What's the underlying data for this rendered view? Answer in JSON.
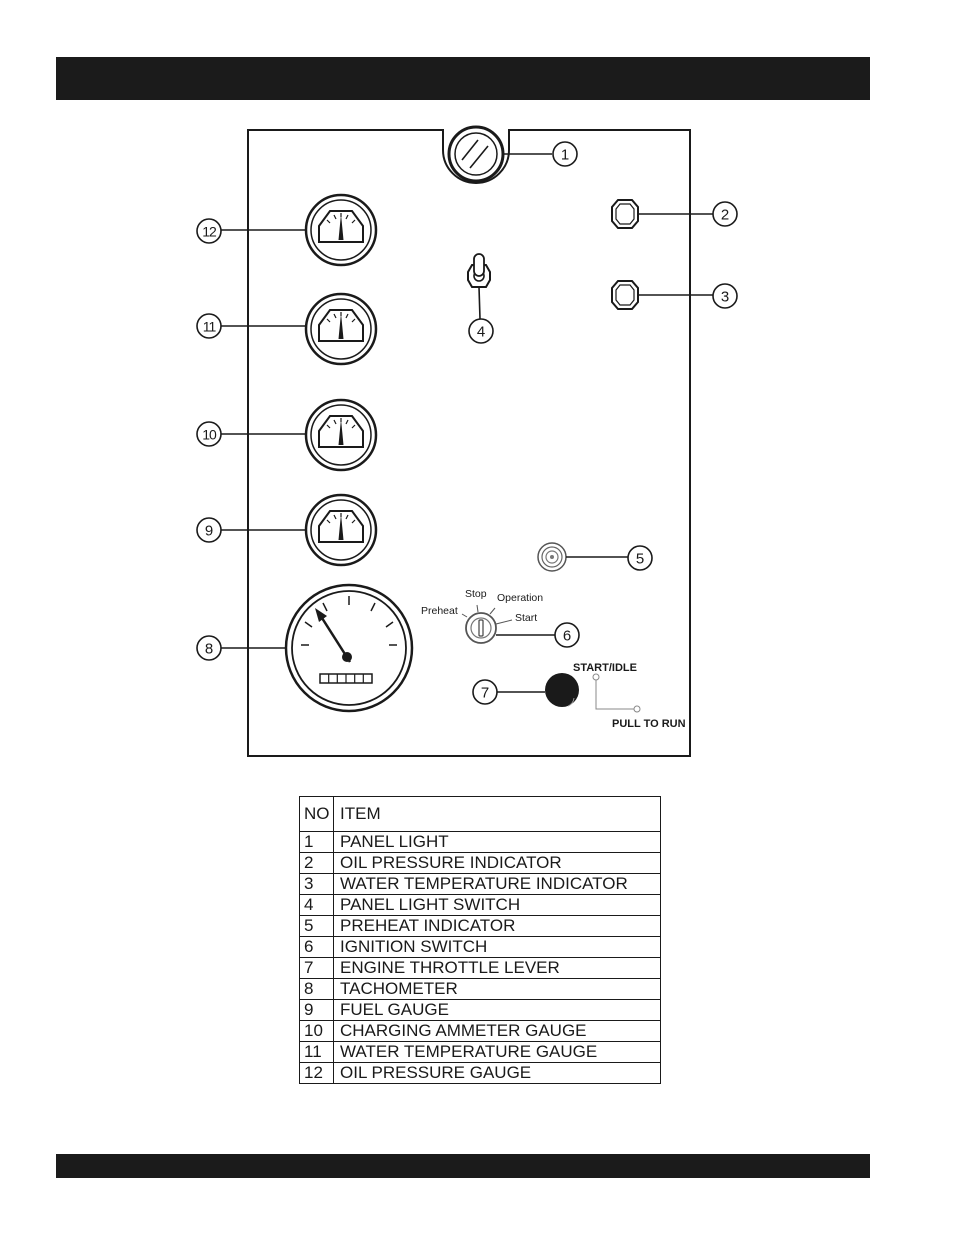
{
  "callouts": {
    "c1": "1",
    "c2": "2",
    "c3": "3",
    "c4": "4",
    "c5": "5",
    "c6": "6",
    "c7": "7",
    "c8": "8",
    "c9": "9",
    "c10": "10",
    "c11": "11",
    "c12": "12"
  },
  "ignition_positions": {
    "preheat": "Preheat",
    "stop": "Stop",
    "operation": "Operation",
    "start": "Start"
  },
  "throttle_labels": {
    "start_idle": "START/IDLE",
    "pull_to_run": "PULL TO RUN"
  },
  "legend": {
    "header_no": "NO",
    "header_item": "ITEM",
    "rows": [
      {
        "no": "1",
        "item": "PANEL LIGHT"
      },
      {
        "no": "2",
        "item": "OIL PRESSURE INDICATOR"
      },
      {
        "no": "3",
        "item": "WATER TEMPERATURE INDICATOR"
      },
      {
        "no": "4",
        "item": "PANEL LIGHT SWITCH"
      },
      {
        "no": "5",
        "item": "PREHEAT INDICATOR"
      },
      {
        "no": "6",
        "item": "IGNITION SWITCH"
      },
      {
        "no": "7",
        "item": "ENGINE THROTTLE LEVER"
      },
      {
        "no": "8",
        "item": "TACHOMETER"
      },
      {
        "no": "9",
        "item": "FUEL GAUGE"
      },
      {
        "no": "10",
        "item": "CHARGING AMMETER GAUGE"
      },
      {
        "no": "11",
        "item": "WATER TEMPERATURE GAUGE"
      },
      {
        "no": "12",
        "item": "OIL PRESSURE GAUGE"
      }
    ]
  },
  "colors": {
    "ink": "#1a1a1a",
    "bar": "#1b1b1b",
    "background": "#ffffff"
  }
}
